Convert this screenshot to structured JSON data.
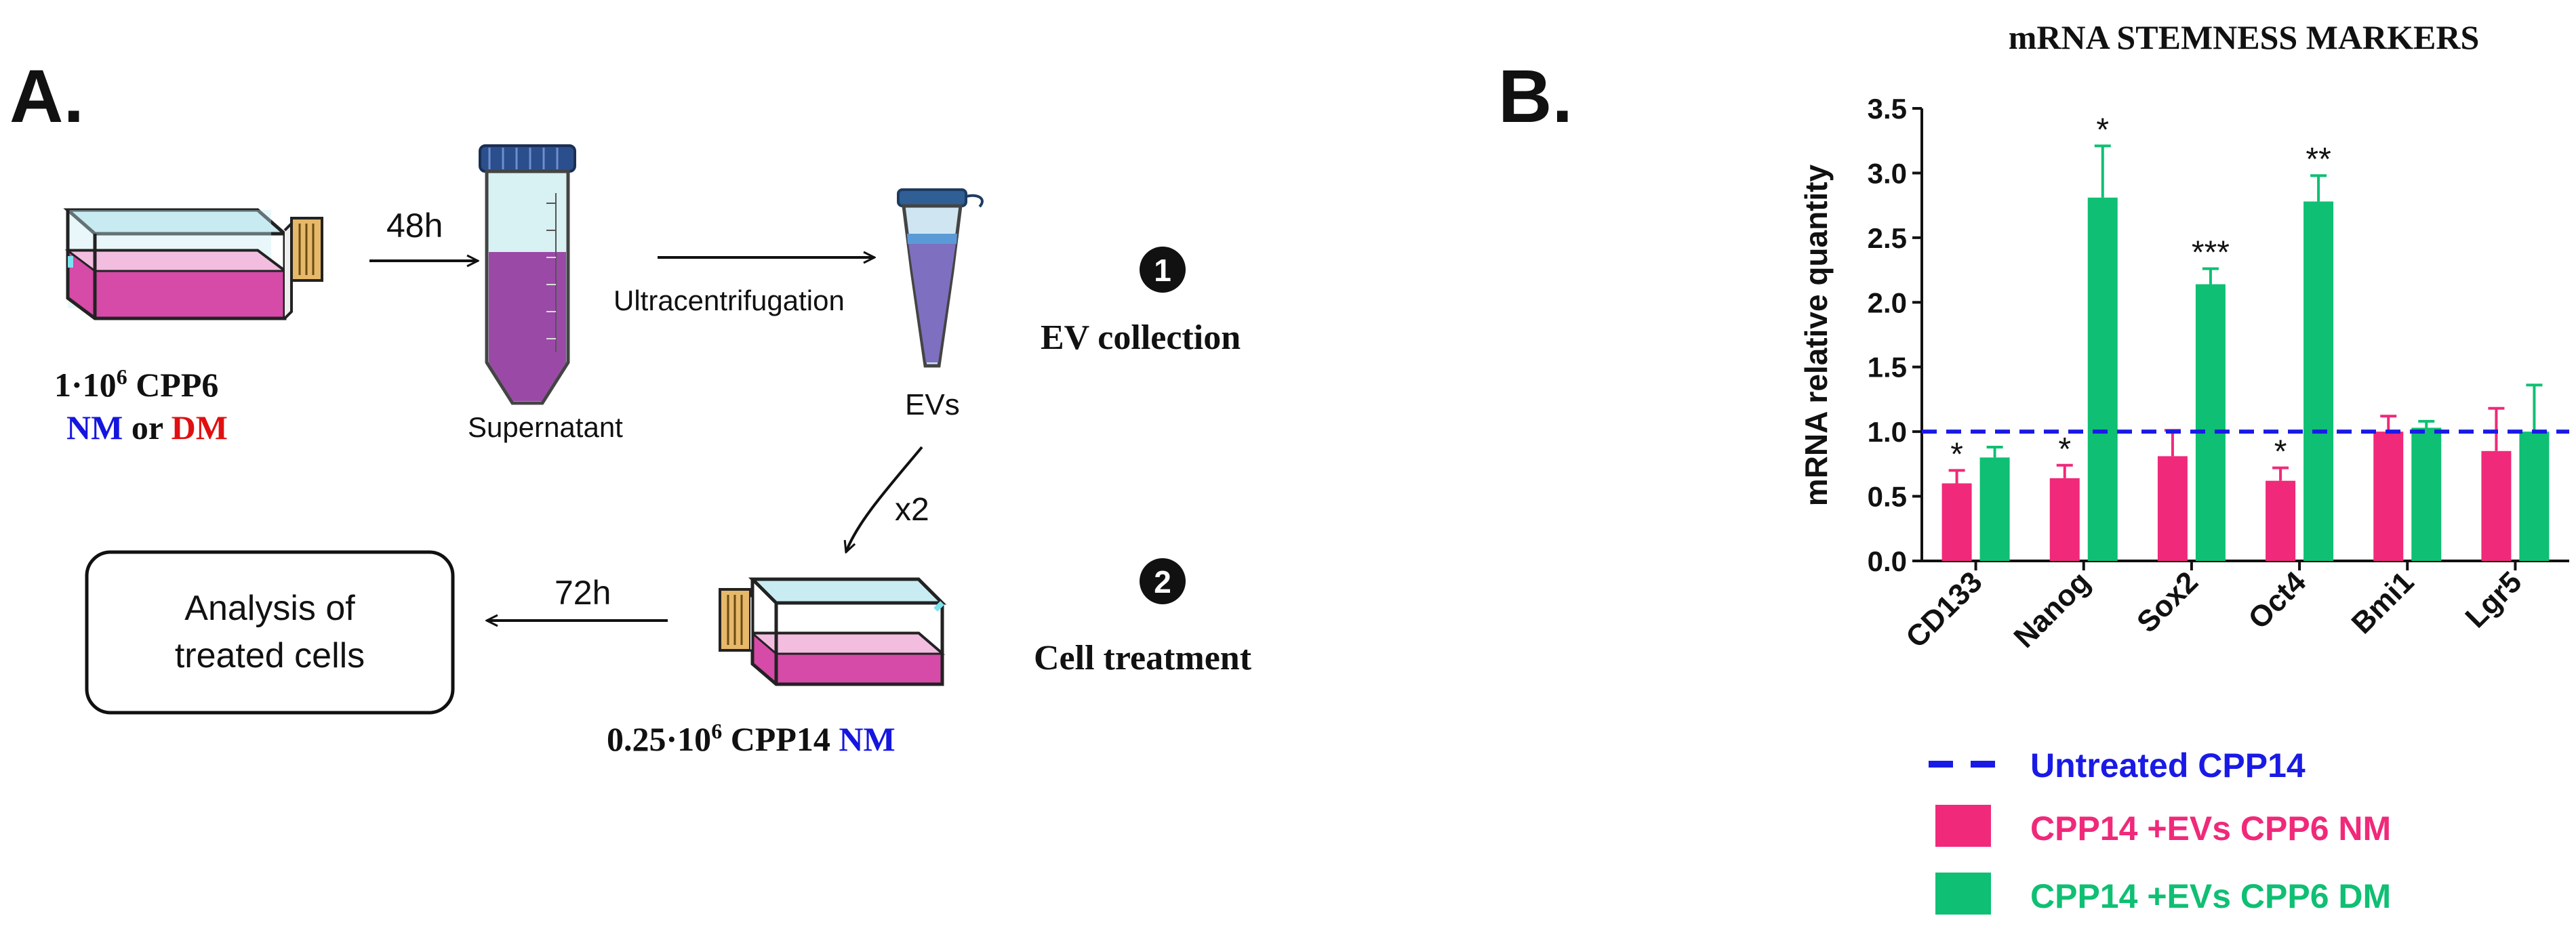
{
  "panel_a": {
    "label": "A.",
    "arrow_48h": "48h",
    "supernatant": "Supernatant",
    "ultracentrifugation": "Ultracentrifugation",
    "evs": "EVs",
    "x2": "x2",
    "arrow_72h": "72h",
    "step1_num": "1",
    "step1_label": "EV collection",
    "step2_num": "2",
    "step2_label": "Cell treatment",
    "source_cells": {
      "line1_pre": "1·10",
      "line1_sup": "6",
      "line1_post": " CPP6",
      "nm": "NM",
      "or": " or ",
      "dm": "DM"
    },
    "target_cells": {
      "pre": "0.25·10",
      "sup": "6",
      "post": " CPP14 ",
      "nm": "NM"
    },
    "analysis_line1": "Analysis of",
    "analysis_line2": "treated cells"
  },
  "panel_b": {
    "label": "B.",
    "legend": {
      "untreated": "Untreated CPP14",
      "nm": "CPP14 +EVs CPP6 NM",
      "dm": "CPP14 +EVs CPP6 DM"
    }
  },
  "colors": {
    "nm_bar": "#f0297a",
    "dm_bar": "#0fbf73",
    "baseline": "#1a1ae6",
    "nm_text": "#1515e0",
    "dm_text": "#e01010",
    "purple_medium": "#b0479e",
    "tube_fluid": "#9a4aa6"
  },
  "chart_data": {
    "type": "bar",
    "title": "mRNA STEMNESS MARKERS",
    "xlabel": "",
    "ylabel": "mRNA relative quantity",
    "ylim": [
      0,
      3.5
    ],
    "yticks": [
      "0.0",
      "0.5",
      "1.0",
      "1.5",
      "2.0",
      "2.5",
      "3.0",
      "3.5"
    ],
    "categories": [
      "CD133",
      "Nanog",
      "Sox2",
      "Oct4",
      "Bmi1",
      "Lgr5"
    ],
    "baseline": {
      "name": "Untreated CPP14",
      "value": 1.0
    },
    "series": [
      {
        "name": "CPP14 +EVs CPP6 NM",
        "values": [
          0.6,
          0.64,
          0.81,
          0.62,
          1.0,
          0.85
        ],
        "errors": [
          0.1,
          0.1,
          0.2,
          0.1,
          0.12,
          0.33
        ],
        "significance": [
          "*",
          "*",
          "",
          "*",
          "",
          ""
        ]
      },
      {
        "name": "CPP14 +EVs CPP6 DM",
        "values": [
          0.8,
          2.81,
          2.14,
          2.78,
          1.03,
          1.0
        ],
        "errors": [
          0.08,
          0.4,
          0.12,
          0.2,
          0.05,
          0.36
        ],
        "significance": [
          "",
          "*",
          "***",
          "**",
          "",
          ""
        ]
      }
    ]
  }
}
